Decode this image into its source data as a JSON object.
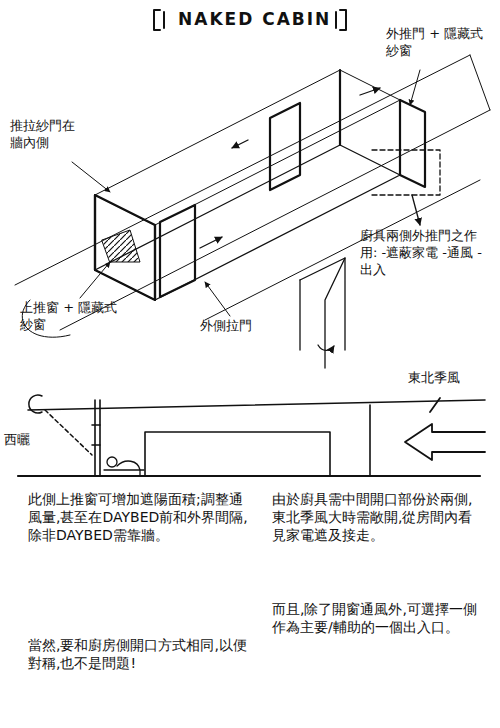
{
  "diagram": {
    "title": "NAKED CABIN",
    "labels": [
      "外推門 + 隱藏式紗窗",
      "推拉紗門在牆內側",
      "上推窗 + 隱藏式紗窗",
      "外側拉門",
      "廚具兩側外推門之作用: -遮蔽家電 -通風 -出入",
      "西曬",
      "東北季風",
      "此側上推窗可增加遮陽面積;調整通風量,甚至在DAYBED前和外界間隔,除非DAYBED需靠牆。",
      "當然,要和廚房側開口方式相同,以便對稱,也不是問題!",
      "由於廚具需中間開口部份於兩側,東北季風大時需敞開,從房間內看見家電遮及接走。",
      "而且,除了開窗通風外,可選擇一側作為主要/輔助的一個出入口。"
    ]
  }
}
